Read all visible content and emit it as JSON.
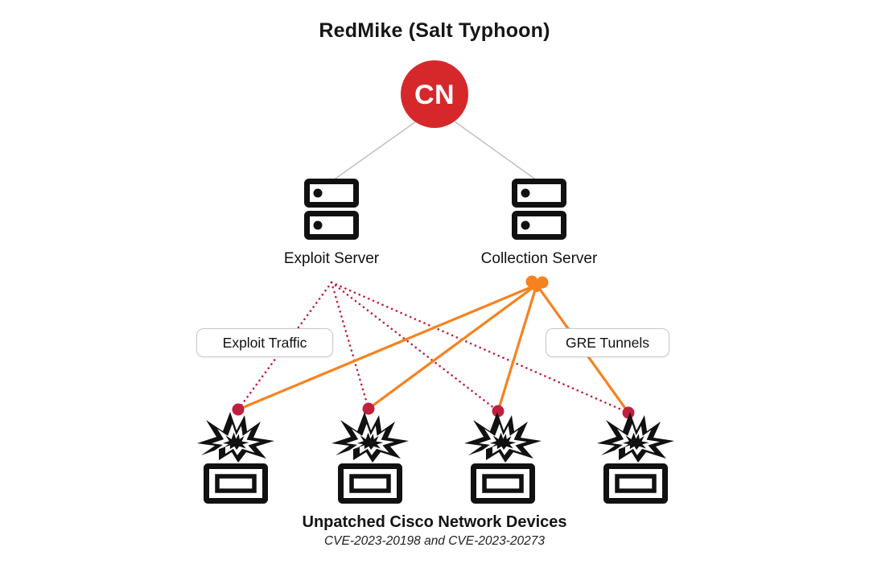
{
  "title": "RedMike (Salt Typhoon)",
  "actor": {
    "badge": "CN",
    "meaning": "china-origin-threat-actor"
  },
  "servers": [
    {
      "label": "Exploit Server"
    },
    {
      "label": "Collection Server"
    }
  ],
  "links": {
    "exploit_label": "Exploit Traffic",
    "gre_label": "GRE Tunnels"
  },
  "footer": {
    "label": "Unpatched Cisco Network Devices",
    "cves": "CVE-2023-20198 and CVE-2023-20273"
  },
  "colors": {
    "cn_red": "#d6282b",
    "orange": "#f6821f",
    "crimson": "#c11f3e",
    "connector_gray": "#c2c2c2",
    "icon_black": "#111111"
  },
  "diagram": {
    "nodes": [
      {
        "id": "actor",
        "label": "CN",
        "type": "threat-actor"
      },
      {
        "id": "exploit-server",
        "label": "Exploit Server",
        "type": "server"
      },
      {
        "id": "collection-server",
        "label": "Collection Server",
        "type": "server"
      },
      {
        "id": "devices",
        "label": "Unpatched Cisco Network Devices",
        "type": "compromised-cisco-device",
        "count": 4
      }
    ],
    "edges": [
      {
        "from": "actor",
        "to": "exploit-server",
        "style": "solid-gray",
        "label": ""
      },
      {
        "from": "actor",
        "to": "collection-server",
        "style": "solid-gray",
        "label": ""
      },
      {
        "from": "exploit-server",
        "to": "devices",
        "style": "dotted-crimson",
        "label": "Exploit Traffic"
      },
      {
        "from": "collection-server",
        "to": "devices",
        "style": "solid-orange",
        "label": "GRE Tunnels"
      }
    ]
  }
}
